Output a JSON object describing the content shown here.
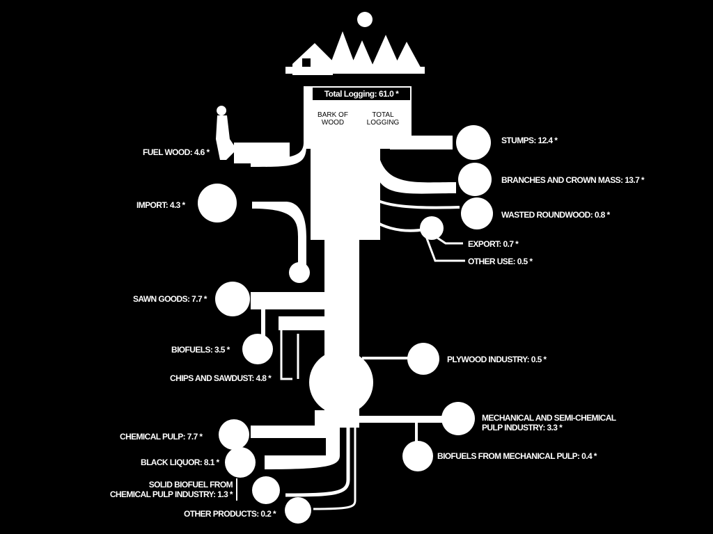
{
  "total": {
    "label": "Total Logging: 61.0 *"
  },
  "columns": {
    "left": "Bark of wood",
    "right": "Total Logging"
  },
  "labels": {
    "fuel_wood": "FUEL WOOD: 4.6 *",
    "import": "IMPORT: 4.3 *",
    "stumps": "STUMPS: 12.4 *",
    "branches": "BRANCHES AND CROWN MASS: 13.7 *",
    "wasted": "WASTED ROUNDWOOD: 0.8 *",
    "export": "EXPORT: 0.7 *",
    "other_use": "OTHER USE: 0.5 *",
    "sawn_goods": "SAWN GOODS: 7.7 *",
    "biofuels": "BIOFUELS: 3.5 *",
    "chips": "CHIPS AND SAWDUST: 4.8 *",
    "plywood": "PLYWOOD INDUSTRY: 0.5 *",
    "mech_pulp_1": "MECHANICAL AND SEMI-CHEMICAL",
    "mech_pulp_2": "PULP INDUSTRY: 3.3 *",
    "biofuels_mech": "BIOFUELS FROM MECHANICAL PULP: 0.4 *",
    "chemical_pulp": "CHEMICAL PULP: 7.7 *",
    "black_liquor": "BLACK LIQUOR: 8.1 *",
    "solid_biofuel_1": "SOLID BIOFUEL FROM",
    "solid_biofuel_2": "CHEMICAL PULP INDUSTRY: 1.3 *",
    "other_products": "OTHER PRODUCTS: 0.2 *"
  },
  "colors": {
    "background": "#000000",
    "flow": "#ffffff"
  }
}
